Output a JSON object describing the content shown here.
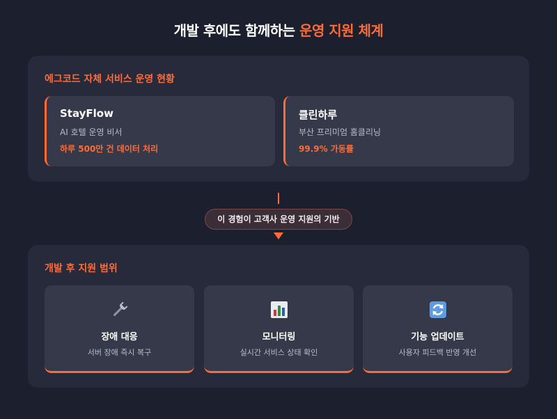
{
  "header": {
    "title_main": "개발 후에도 함께하는 ",
    "title_accent": "운영 지원 체계"
  },
  "own_services": {
    "section_title": "에그코드 자체 서비스 운영 현황",
    "cards": [
      {
        "name": "StayFlow",
        "description": "AI 호텔 운영 비서",
        "metric": "하루 500만 건 데이터 처리"
      },
      {
        "name": "클린하루",
        "description": "부산 프리미엄 홈클리닝",
        "metric": "99.9% 가동률"
      }
    ]
  },
  "bridge": {
    "label": "이 경험이 고객사 운영 지원의 기반"
  },
  "support_scope": {
    "section_title": "개발 후 지원 범위",
    "items": [
      {
        "icon": "wrench-icon",
        "label": "장애 대응",
        "description": "서버 장애 즉시 복구"
      },
      {
        "icon": "bar-chart-icon",
        "label": "모니터링",
        "description": "실시간 서비스 상태 확인"
      },
      {
        "icon": "refresh-icon",
        "label": "기능 업데이트",
        "description": "사용자 피드백 반영 개선"
      }
    ]
  },
  "colors": {
    "accent": "#ff6b35",
    "background": "#1c1f2e",
    "panel": "#272a3b",
    "card": "#363949"
  }
}
